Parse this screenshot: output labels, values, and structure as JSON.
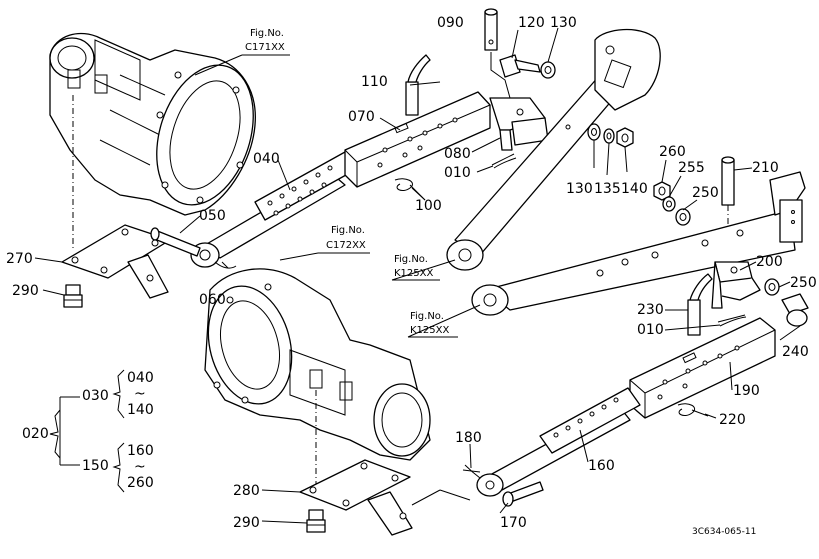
{
  "parts": {
    "p090": "090",
    "p120": "120",
    "p130a": "130",
    "p110": "110",
    "p070": "070",
    "p080": "080",
    "p010a": "010",
    "p100": "100",
    "p040": "040",
    "p050": "050",
    "p060": "060",
    "p270": "270",
    "p290a": "290",
    "p130b": "130",
    "p135": "135",
    "p140": "140",
    "p260": "260",
    "p255": "255",
    "p250a": "250",
    "p210": "210",
    "p200": "200",
    "p250b": "250",
    "p230": "230",
    "p010b": "010",
    "p240": "240",
    "p190": "190",
    "p220": "220",
    "p180": "180",
    "p160": "160",
    "p280": "280",
    "p290b": "290",
    "p170": "170"
  },
  "figrefs": {
    "c171_label": "Fig.No.",
    "c171_code": "C171XX",
    "c172_label": "Fig.No.",
    "c172_code": "C172XX",
    "k125a_label": "Fig.No.",
    "k125a_code": "K125XX",
    "k125b_label": "Fig.No.",
    "k125b_code": "K125XX"
  },
  "legend": {
    "root": "020",
    "g1": "030",
    "g1_from": "040",
    "g1_tilde": "~",
    "g1_to": "140",
    "g2": "150",
    "g2_from": "160",
    "g2_tilde": "~",
    "g2_to": "260"
  },
  "drawing_code": "3C634-065-11"
}
